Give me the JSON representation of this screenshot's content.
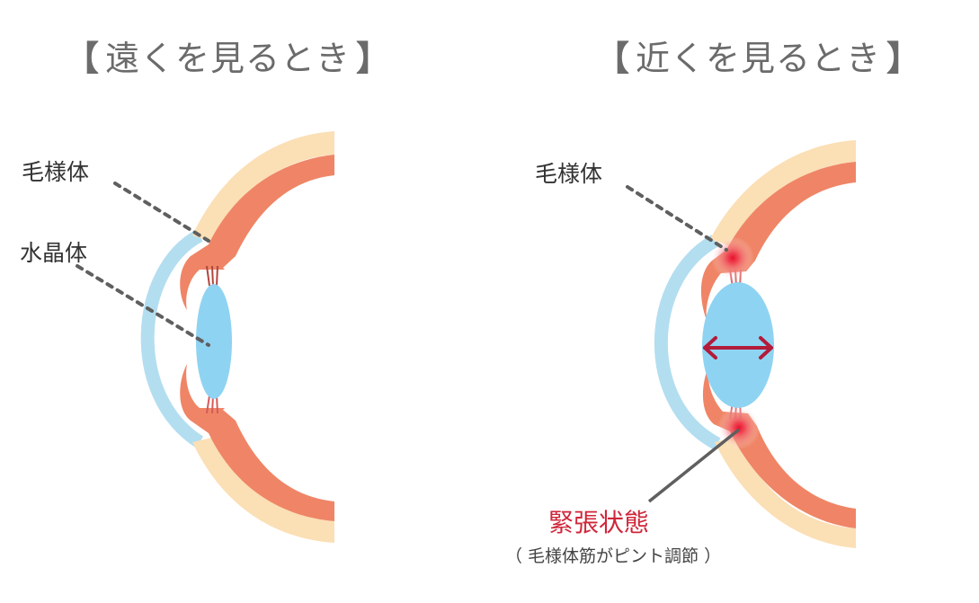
{
  "panels": {
    "far": {
      "title_open": "【",
      "title_text": "遠くを見るとき",
      "title_close": "】",
      "labels": {
        "ciliary_body": "毛様体",
        "lens": "水晶体"
      }
    },
    "near": {
      "title_open": "【",
      "title_text": "近くを見るとき",
      "title_close": "】",
      "labels": {
        "ciliary_body": "毛様体",
        "tension_state": "緊張状態",
        "note": "（ 毛様体筋がピント調節 ）"
      }
    }
  },
  "colors": {
    "sclera": "#fbdfb5",
    "choroid": "#ef8566",
    "cornea": "#b3def0",
    "lens": "#8fd3f2",
    "zonule": "#c0504a",
    "leader": "#5f5f5f",
    "arrow": "#b31b3a",
    "glow": "#e8102e",
    "title": "#6b6b6b",
    "tension_text": "#d0263a"
  }
}
